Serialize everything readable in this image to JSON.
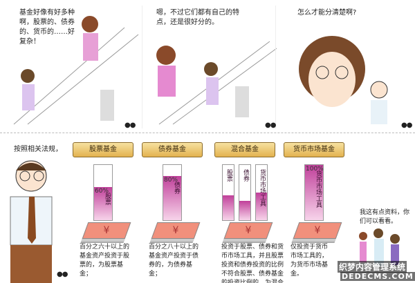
{
  "panel1": {
    "speech": "基金好像有好多种啊，股票的、债券的、货币的……好复杂！"
  },
  "panel2": {
    "speech": "嗯，不过它们都有自己的特点，还是很好分的。"
  },
  "panel3": {
    "speech": "怎么才能分清楚啊?"
  },
  "bottom": {
    "intro": "按照相关法规，",
    "funds": [
      {
        "title": "股票基金",
        "bars": [
          {
            "label": "股票",
            "percent_label": "60%",
            "fill": 0.6
          }
        ],
        "desc": "百分之六十以上的基金资产投资于股票的，为股票基金；"
      },
      {
        "title": "债券基金",
        "bars": [
          {
            "label": "债券",
            "percent_label": "80%",
            "fill": 0.8
          }
        ],
        "desc": "百分之八十以上的基金资产投资于债券的，为债券基金；"
      },
      {
        "title": "混合基金",
        "bars": [
          {
            "label": "股票",
            "fill": 0.45
          },
          {
            "label": "债券",
            "fill": 0.35
          },
          {
            "label": "货币市场工具",
            "fill": 0.5
          }
        ],
        "desc": "投资于股票、债券和货币市场工具，并且股票投资和债券投资的比例不符合股票、债券基金的投资比例的，为混合基金；"
      },
      {
        "title": "货币市场基金",
        "bars": [
          {
            "label": "货币市场工具",
            "percent_label": "100%",
            "fill": 1.0
          }
        ],
        "desc": "仅投资于货币市场工具的，为货币市场基金。"
      }
    ],
    "aside": "我这有点资料，你们可以看看。"
  },
  "watermark": {
    "line1": "织梦内容管理系统",
    "line2": "DEDECMS.COM"
  },
  "colors": {
    "bar_fill": "#c0409a",
    "scroll": "#e3b24f",
    "money": "#f1907c"
  }
}
